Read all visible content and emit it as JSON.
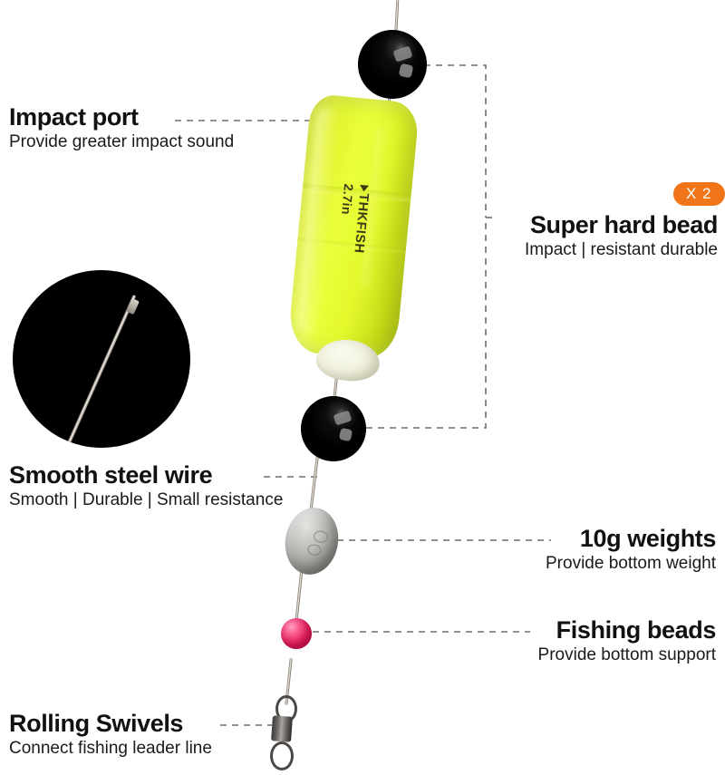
{
  "page": {
    "background": "#FFFFFF",
    "accent_orange": "#F07518",
    "float_color": "#E4F52B",
    "bead_black_color": "#000000",
    "bead_pink_color": "#EC2162",
    "weight_color": "#A9A9A4"
  },
  "callouts": {
    "impact_port": {
      "title": "Impact port",
      "sub": "Provide greater impact sound"
    },
    "super_hard_bead": {
      "title": "Super hard bead",
      "sub": "Impact | resistant durable",
      "badge": "X 2"
    },
    "smooth_steel_wire": {
      "title": "Smooth steel wire",
      "sub": "Smooth | Durable | Small resistance"
    },
    "weights": {
      "title": "10g weights",
      "sub": "Provide bottom weight"
    },
    "fishing_beads": {
      "title": "Fishing beads",
      "sub": "Provide bottom support"
    },
    "rolling_swivels": {
      "title": "Rolling Swivels",
      "sub": "Connect fishing leader line"
    }
  },
  "product": {
    "float_brand": "THKFISH",
    "float_size": "2.7in"
  },
  "icons": {
    "inset": "magnifier-detail-circle",
    "connector": "dashed-leader-line"
  }
}
